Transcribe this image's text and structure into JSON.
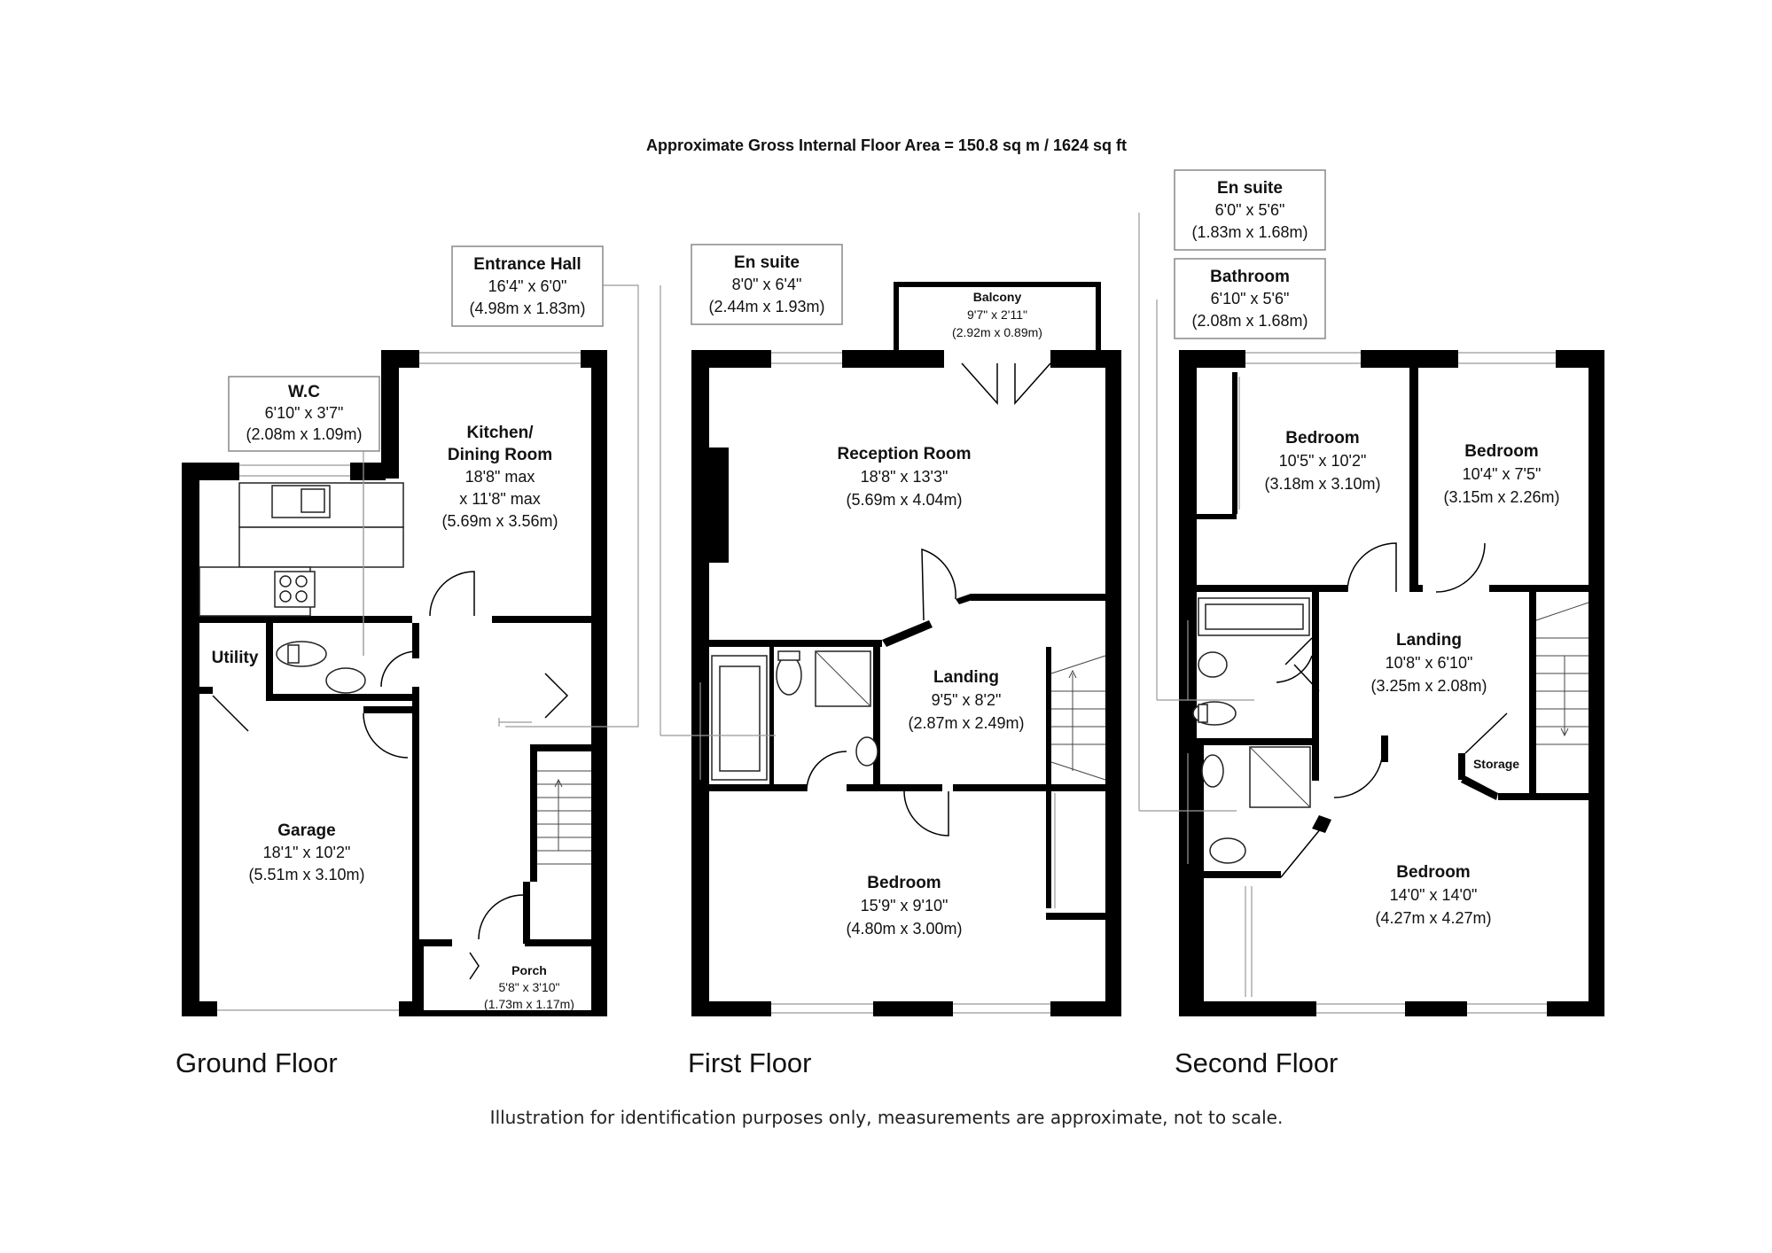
{
  "header": "Approximate Gross Internal Floor Area = 150.8 sq m / 1624 sq ft",
  "disclaimer": "Illustration for identification purposes only, measurements are approximate, not to scale.",
  "floors": {
    "ground": "Ground Floor",
    "first": "First Floor",
    "second": "Second Floor"
  },
  "rooms": {
    "entrance_hall": {
      "name": "Entrance Hall",
      "imperial": "16'4\" x 6'0\"",
      "metric": "(4.98m x 1.83m)"
    },
    "wc": {
      "name": "W.C",
      "imperial": "6'10\" x 3'7\"",
      "metric": "(2.08m x 1.09m)"
    },
    "kitchen": {
      "name1": "Kitchen/",
      "name2": "Dining Room",
      "imperial1": "18'8\" max",
      "imperial2": "x 11'8\" max",
      "metric": "(5.69m x 3.56m)"
    },
    "utility": {
      "name": "Utility"
    },
    "garage": {
      "name": "Garage",
      "imperial": "18'1\" x 10'2\"",
      "metric": "(5.51m x 3.10m)"
    },
    "porch": {
      "name": "Porch",
      "imperial": "5'8\" x 3'10\"",
      "metric": "(1.73m x 1.17m)"
    },
    "ensuite_first": {
      "name": "En suite",
      "imperial": "8'0\" x 6'4\"",
      "metric": "(2.44m x 1.93m)"
    },
    "balcony": {
      "name": "Balcony",
      "imperial": "9'7\" x 2'11\"",
      "metric": "(2.92m x 0.89m)"
    },
    "reception": {
      "name": "Reception Room",
      "imperial": "18'8\" x 13'3\"",
      "metric": "(5.69m x 4.04m)"
    },
    "landing_first": {
      "name": "Landing",
      "imperial": "9'5\" x 8'2\"",
      "metric": "(2.87m x 2.49m)"
    },
    "bedroom_first": {
      "name": "Bedroom",
      "imperial": "15'9\" x 9'10\"",
      "metric": "(4.80m x 3.00m)"
    },
    "ensuite_second": {
      "name": "En suite",
      "imperial": "6'0\" x 5'6\"",
      "metric": "(1.83m x 1.68m)"
    },
    "bathroom": {
      "name": "Bathroom",
      "imperial": "6'10\" x 5'6\"",
      "metric": "(2.08m x 1.68m)"
    },
    "bedroom_2a": {
      "name": "Bedroom",
      "imperial": "10'5\" x 10'2\"",
      "metric": "(3.18m x 3.10m)"
    },
    "bedroom_2b": {
      "name": "Bedroom",
      "imperial": "10'4\" x 7'5\"",
      "metric": "(3.15m x 2.26m)"
    },
    "landing_second": {
      "name": "Landing",
      "imperial": "10'8\" x 6'10\"",
      "metric": "(3.25m x 2.08m)"
    },
    "storage": {
      "name": "Storage"
    },
    "bedroom_2c": {
      "name": "Bedroom",
      "imperial": "14'0\" x 14'0\"",
      "metric": "(4.27m x 4.27m)"
    }
  }
}
